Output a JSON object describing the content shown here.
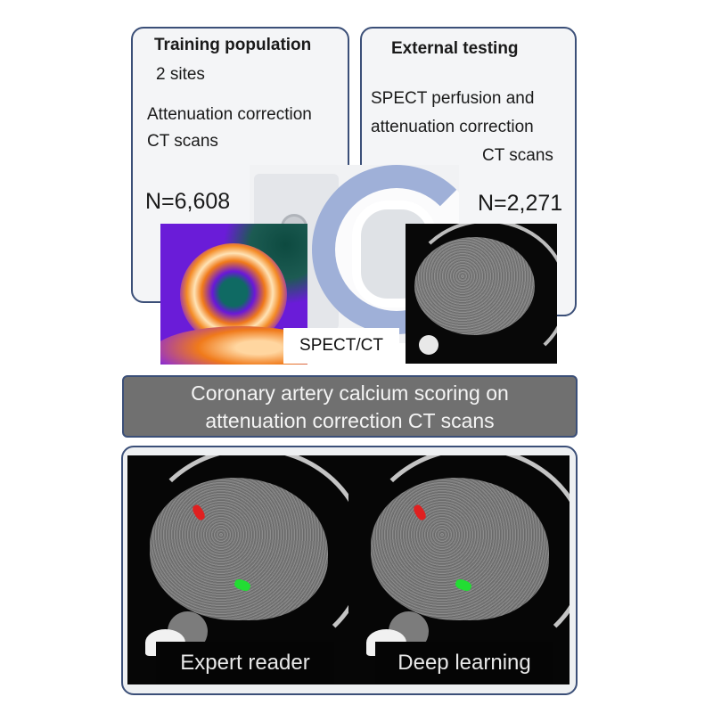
{
  "training": {
    "title": "Training population",
    "sites": "2 sites",
    "line1": "Attenuation correction",
    "line2": "CT scans",
    "n": "N=6,608"
  },
  "external": {
    "title": "External testing",
    "line1": "SPECT perfusion and",
    "line2": "attenuation correction",
    "line3": "CT scans",
    "n": "N=2,271"
  },
  "center": {
    "modality_label": "SPECT/CT"
  },
  "banner": {
    "line1": "Coronary artery calcium scoring on",
    "line2": "attenuation correction CT scans"
  },
  "comparison": {
    "left_label": "Expert reader",
    "right_label": "Deep learning"
  },
  "colors": {
    "box_border": "#3b4f78",
    "banner_fill": "#707070",
    "calcium_red": "#e02020",
    "calcium_green": "#22dd33"
  }
}
